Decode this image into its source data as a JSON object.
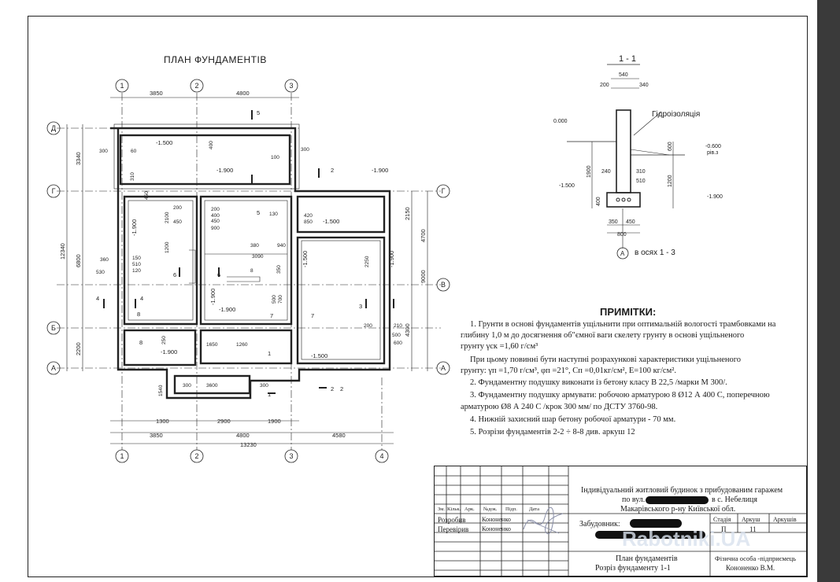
{
  "plan": {
    "title": "ПЛАН ФУНДАМЕНТІВ",
    "axes_vertical": [
      "1",
      "2",
      "3",
      "4"
    ],
    "axes_horizontal": [
      "Д",
      "Г",
      "В",
      "Б",
      "А"
    ],
    "top_dims": [
      "3850",
      "4800"
    ],
    "bottom_dims_1": [
      "1300",
      "2900",
      "1900"
    ],
    "bottom_dims_2": [
      "3850",
      "4800",
      "4580"
    ],
    "bottom_total": "13230",
    "left_dims_outer": "12340",
    "left_dims_1": [
      "3340",
      "6800",
      "2200"
    ],
    "right_dims_1": [
      "2150",
      "4300"
    ],
    "right_dims_2": [
      "4700",
      "9000"
    ],
    "levels": [
      "-1.500",
      "-1.900",
      "-1.500",
      "-1.900",
      "-1.900",
      "-1.900",
      "-1.500",
      "-1.900",
      "-1.900",
      "-1.900",
      "-1.500"
    ],
    "section_marks": [
      "5",
      "5",
      "2",
      "2",
      "6",
      "6",
      "3",
      "3",
      "7",
      "7",
      "8",
      "8",
      "1",
      "1",
      "4",
      "4",
      "2"
    ],
    "inner_dims": [
      "300",
      "60",
      "400",
      "300",
      "100",
      "310",
      "450",
      "200",
      "400",
      "450",
      "900",
      "200",
      "450",
      "1200",
      "2100",
      "850",
      "130",
      "420",
      "380",
      "3090",
      "940",
      "150",
      "510",
      "120",
      "360",
      "530",
      "250",
      "350",
      "500",
      "700",
      "2250",
      "1650",
      "1260",
      "3600",
      "300",
      "300",
      "1540",
      "200",
      "210",
      "500",
      "600",
      "8"
    ]
  },
  "section": {
    "title": "1 - 1",
    "dims_top": [
      "540",
      "200",
      "340"
    ],
    "label_waterproof": "Гідроізоляція",
    "level_zero": "0.000",
    "level_ground": "-0.600",
    "level_ground_note": "рів.з",
    "level_low1": "-1.500",
    "level_low2": "-1.900",
    "dims_right": [
      "600",
      "1200"
    ],
    "dims_left": [
      "1900"
    ],
    "dims_inner": [
      "240",
      "310",
      "510"
    ],
    "dims_bottom": [
      "400",
      "350",
      "450",
      "800"
    ],
    "axis_label": "А",
    "axis_note": "в осях 1 - 3"
  },
  "notes": {
    "heading": "ПРИМІТКИ:",
    "lines": [
      "1. Грунти в основі фундаментів ущільнити при оптимальній вологості трамбовками на",
      "глибину 1,0 м до досягнення  об\"ємної ваги скелету грунту в основі ущільненого",
      "грунту   γск =1,60 г/см³",
      "При цьому повинні бути наступні розрахункові характеристики ущільненого",
      "грунту: γп =1,70 г/см³,  φп =21°, Сп =0,01кг/см², Е=100 кг/см².",
      "2. Фундаментну подушку  виконати із бетону класу В 22,5 /марки М 300/.",
      "3. Фундаментну подушку армувати: робочою арматурою 8  Ø12 А 400 С, поперечною",
      "арматурою  Ø8 А 240 С /крок 300 мм/ по ДСТУ 3760-98.",
      "4. Нижній захисний шар бетону робочої арматури - 70 мм.",
      "5. Розрізи фундаментів 2-2 ÷ 8-8 див. аркуш 12"
    ]
  },
  "stamp": {
    "project_line1": "Індивідуальний житловий будинок з прибудованим гаражем",
    "project_line2_a": "по вул.",
    "project_line2_b": "в с. Небелиця",
    "project_line3": "Макарівського р-ну Київської обл.",
    "col_headers": [
      "Зм.",
      "Кільк.",
      "Арк.",
      "№док.",
      "Підп.",
      "Дата"
    ],
    "role1": "Розробив",
    "role2": "Перевірив",
    "name1": "Кононенко",
    "name2": "Кононенко",
    "customer_label": "Забудовник:",
    "stage_headers": [
      "Стадія",
      "Аркуш",
      "Аркушів"
    ],
    "stage_value": "П",
    "sheet_value": "11",
    "sheet_title1": "План фундаментів",
    "sheet_title2": "Розріз фундаменту 1-1",
    "org1": "Фізична особа -підприємець",
    "org2": "Кононенко В.М."
  },
  "watermark": "Rabotniki.UA"
}
